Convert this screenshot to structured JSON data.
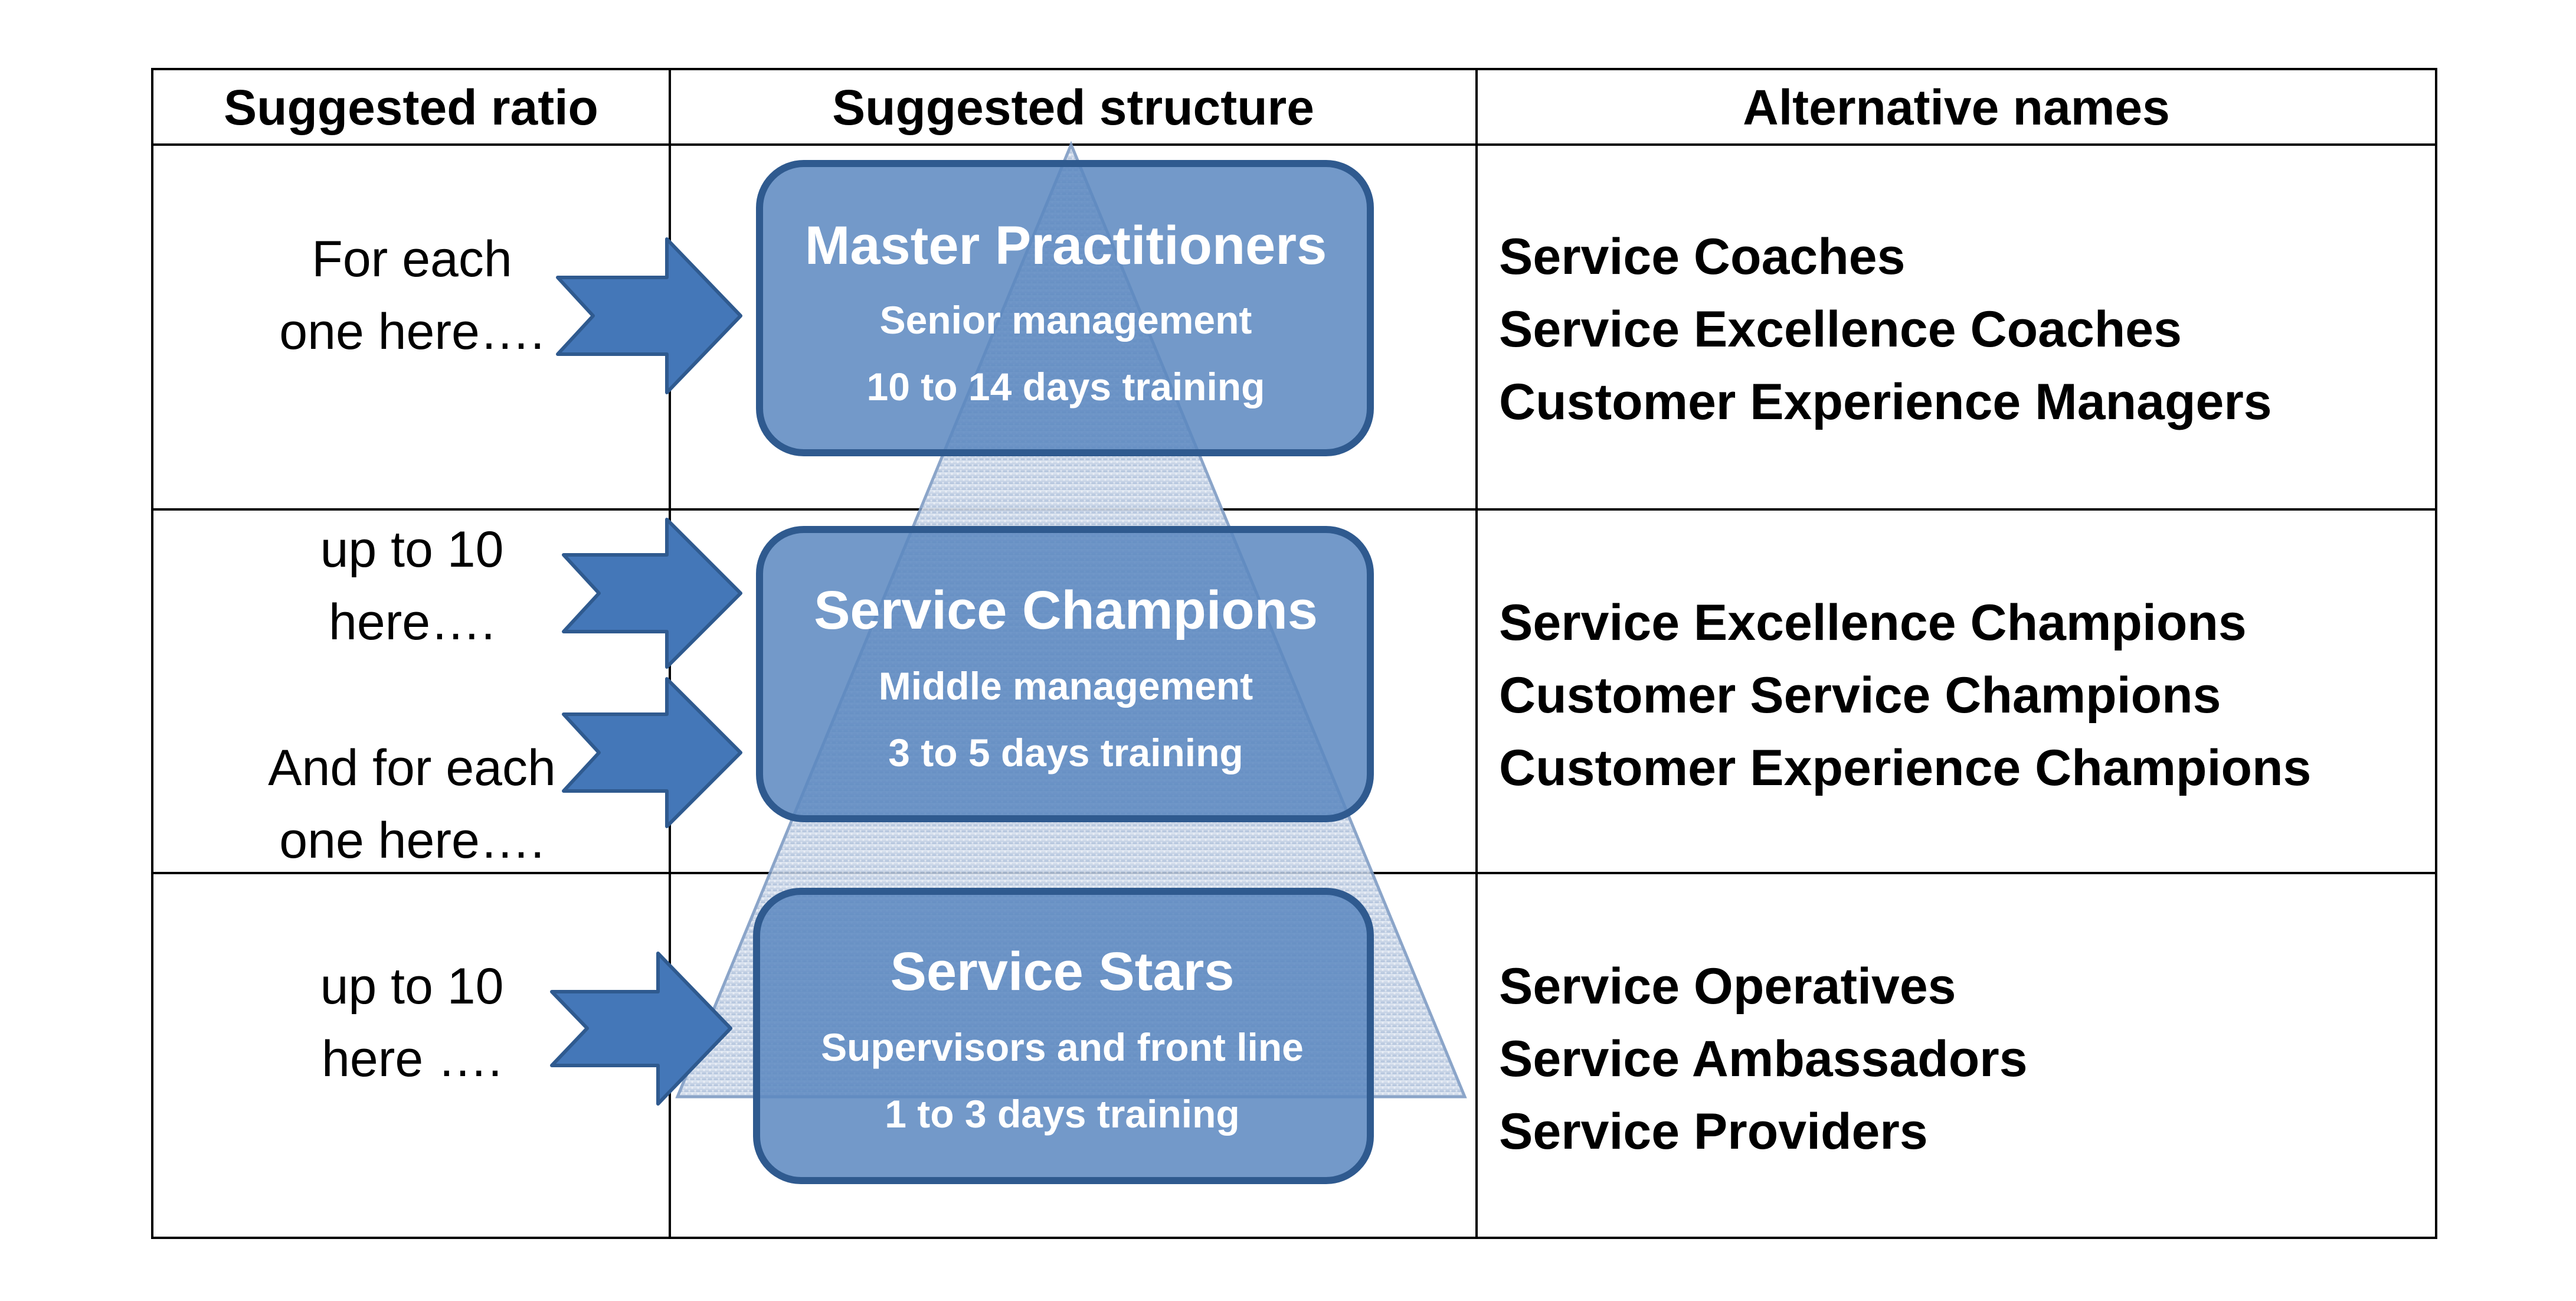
{
  "headers": {
    "ratio": "Suggested ratio",
    "structure": "Suggested structure",
    "alt_names": "Alternative names"
  },
  "ratios": {
    "row1": [
      "For each",
      "one here…."
    ],
    "row2a": [
      "up to 10",
      "here…."
    ],
    "row2b": [
      "And for each",
      "one here…."
    ],
    "row3": [
      "up to 10",
      "here …."
    ]
  },
  "levels": [
    {
      "title": "Master Practitioners",
      "role": "Senior management",
      "training": "10 to 14 days training"
    },
    {
      "title": "Service Champions",
      "role": "Middle management",
      "training": "3 to 5 days training"
    },
    {
      "title": "Service Stars",
      "role": "Supervisors and front line",
      "training": "1 to 3 days training"
    }
  ],
  "alternative_names": [
    [
      "Service Coaches",
      "Service Excellence Coaches",
      "Customer Experience Managers"
    ],
    [
      "Service Excellence Champions",
      "Customer Service Champions",
      "Customer Experience Champions"
    ],
    [
      "Service Operatives",
      "Service Ambassadors",
      "Service Providers"
    ]
  ],
  "colors": {
    "box_fill": "#5b87bf",
    "box_border": "#2f5a8f",
    "arrow_fill": "#4477b8",
    "pyramid_fill": "#b8c7dd",
    "grid": "#000000"
  }
}
